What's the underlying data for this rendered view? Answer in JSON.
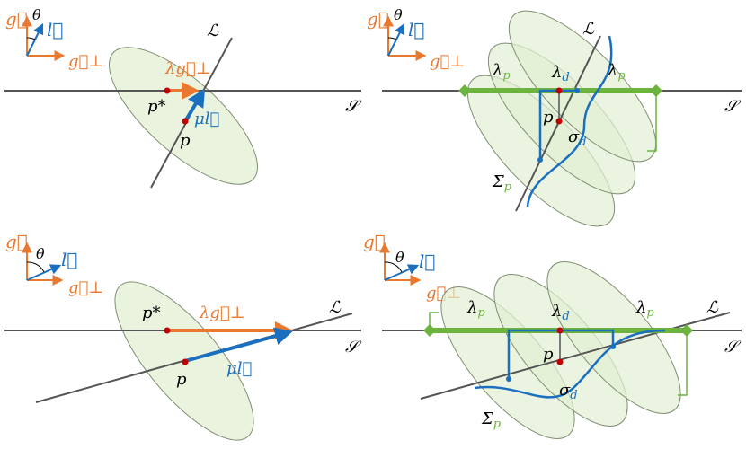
{
  "colors": {
    "gravity": "#e8792f",
    "line": "#1a6fbf",
    "ellipse_fill": "#e3efd3",
    "ellipse_stroke": "#7f8f72",
    "segment": "#6cb33f",
    "point": "#c00000",
    "axis": "#555555"
  },
  "labels": {
    "g": "g⃗",
    "l": "l⃗",
    "g_perp": "g⃗⊥",
    "theta": "θ",
    "L": "ℒ",
    "S": "𝒮",
    "p": "p",
    "p_star": "p*",
    "lambda_g_perp": "λg⃗⊥",
    "mu_l": "μl⃗",
    "lambda_p": "λp",
    "lambda_d": "λd",
    "sigma_d": "σd",
    "Sigma_p": "Σp"
  }
}
